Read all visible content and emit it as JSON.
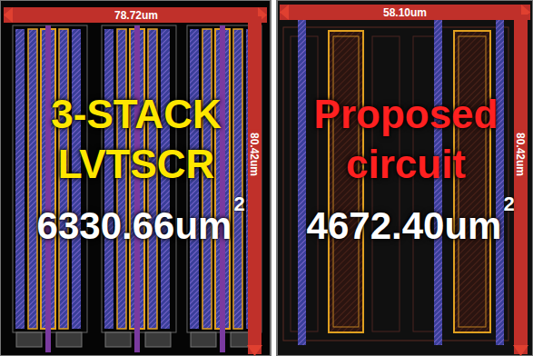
{
  "diagram": {
    "nodes": [
      {
        "text": [
          "3-STACK LVTSCR",
          "6330.66um",
          "2"
        ]
      },
      {
        "text": [
          "Proposed circuit",
          "4672.40um",
          "2"
        ]
      }
    ],
    "labels": [
      "78.72um",
      "80.42um",
      "58.10um",
      "80.42um"
    ]
  }
}
